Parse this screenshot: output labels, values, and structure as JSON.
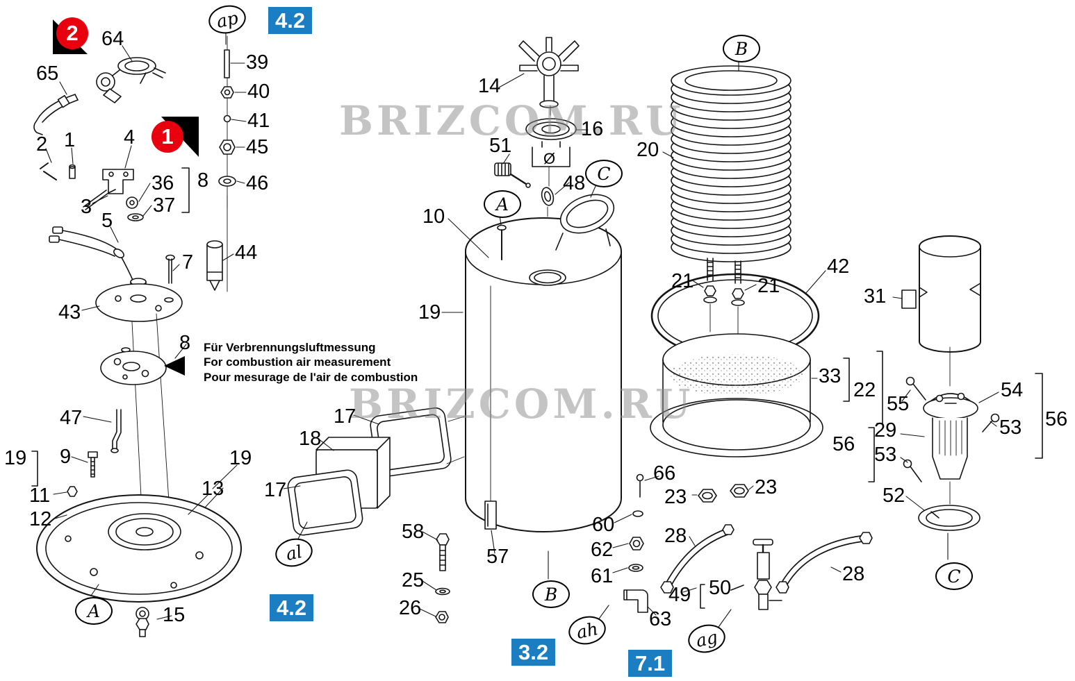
{
  "watermark": {
    "text": "BRIZCOM.RU"
  },
  "badges": {
    "b1": "1",
    "b2": "2"
  },
  "refs": {
    "r42_top": "4.2",
    "r42_bottom": "4.2",
    "r32": "3.2",
    "r71": "7.1"
  },
  "note": {
    "de": "Für Verbrennungsluftmessung",
    "en": "For combustion air measurement",
    "fr": "Pour mesurage de l'air de combustion"
  },
  "view_labels": {
    "ap": "ap",
    "al": "al",
    "ah": "ah",
    "ag": "ag",
    "a_burner": "A",
    "a_tank": "A",
    "b_coil": "B",
    "b_tank": "B",
    "c_mid": "C",
    "c_filter": "C"
  },
  "symbols": {
    "diameter": "Ø"
  },
  "colors": {
    "ref_bg": "#1b7ec2",
    "badge_bg": "#e8000f",
    "line": "#141414",
    "watermark": "#8a8a8a"
  },
  "parts": {
    "p1": "1",
    "p2": "2",
    "p3": "3",
    "p4": "4",
    "p5": "5",
    "p7": "7",
    "p8_bracket": "8",
    "p8_plate": "8",
    "p9": "9",
    "p10": "10",
    "p11": "11",
    "p12": "12",
    "p13": "13",
    "p14": "14",
    "p15": "15",
    "p16": "16",
    "p17_left": "17",
    "p17_right": "17",
    "p18": "18",
    "p19_left": "19",
    "p19_right": "19",
    "p19_tank": "19",
    "p20": "20",
    "p21_left": "21",
    "p21_right": "21",
    "p22": "22",
    "p23_left": "23",
    "p23_right": "23",
    "p25": "25",
    "p26": "26",
    "p28_left": "28",
    "p28_right": "28",
    "p29": "29",
    "p31": "31",
    "p33": "33",
    "p36": "36",
    "p37": "37",
    "p39": "39",
    "p40": "40",
    "p41": "41",
    "p42": "42",
    "p43": "43",
    "p44": "44",
    "p45": "45",
    "p46": "46",
    "p47": "47",
    "p48": "48",
    "p49": "49",
    "p50": "50",
    "p51": "51",
    "p52": "52",
    "p53_left": "53",
    "p53_right": "53",
    "p54": "54",
    "p55": "55",
    "p56_left": "56",
    "p56_right": "56",
    "p57": "57",
    "p58": "58",
    "p60": "60",
    "p61": "61",
    "p62": "62",
    "p63": "63",
    "p64": "64",
    "p65": "65",
    "p66": "66"
  }
}
